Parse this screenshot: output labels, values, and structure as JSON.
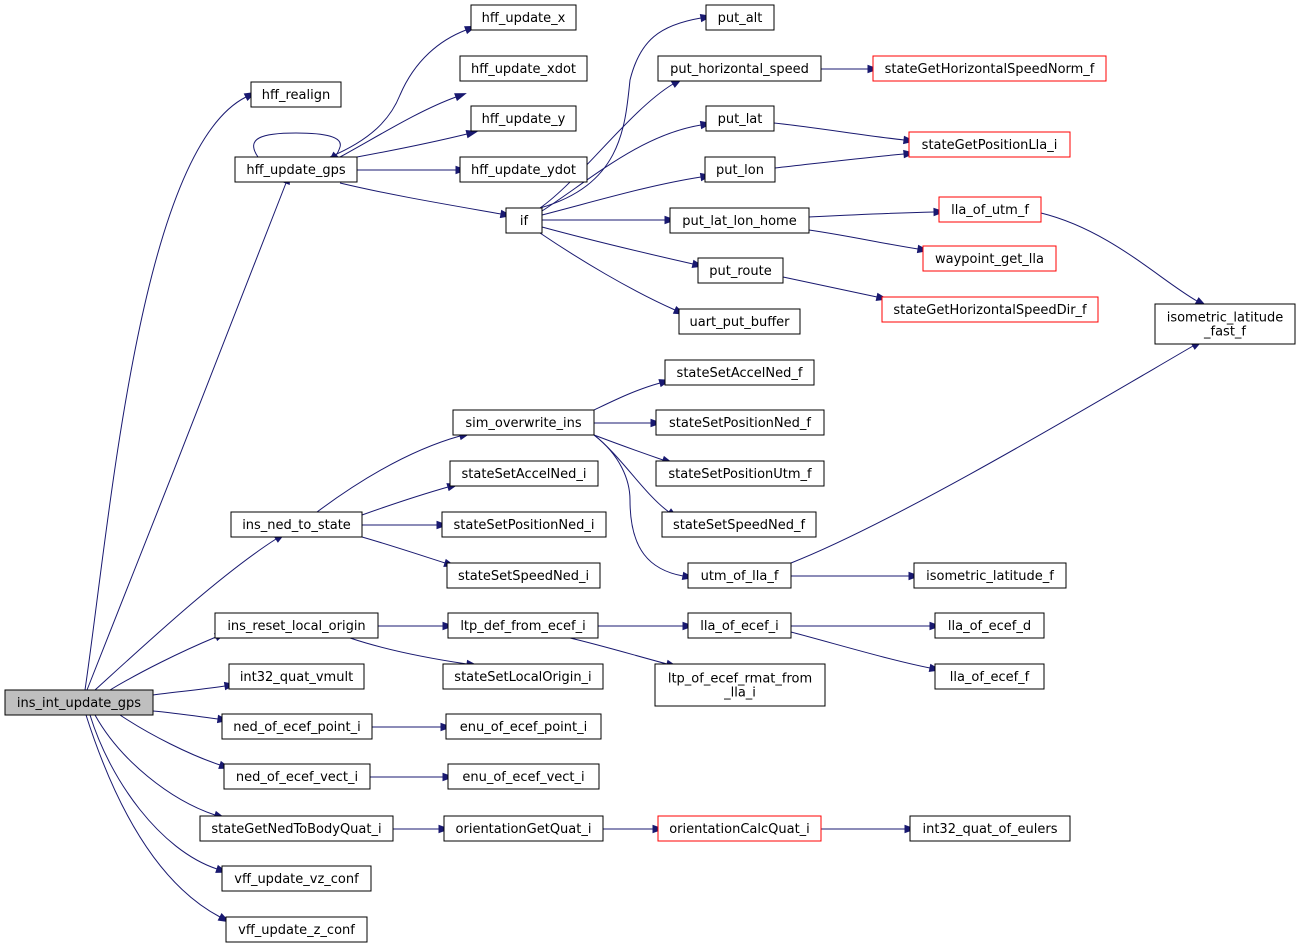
{
  "nodes": {
    "ins_int_update_gps": {
      "lines": [
        "ins_int_update_gps"
      ],
      "root": true
    },
    "hff_realign": {
      "lines": [
        "hff_realign"
      ]
    },
    "hff_update_gps": {
      "lines": [
        "hff_update_gps"
      ]
    },
    "ins_ned_to_state": {
      "lines": [
        "ins_ned_to_state"
      ]
    },
    "ins_reset_local_origin": {
      "lines": [
        "ins_reset_local_origin"
      ]
    },
    "int32_quat_vmult": {
      "lines": [
        "int32_quat_vmult"
      ]
    },
    "ned_of_ecef_point_i": {
      "lines": [
        "ned_of_ecef_point_i"
      ]
    },
    "ned_of_ecef_vect_i": {
      "lines": [
        "ned_of_ecef_vect_i"
      ]
    },
    "stateGetNedToBodyQuat_i": {
      "lines": [
        "stateGetNedToBodyQuat_i"
      ]
    },
    "vff_update_vz_conf": {
      "lines": [
        "vff_update_vz_conf"
      ]
    },
    "vff_update_z_conf": {
      "lines": [
        "vff_update_z_conf"
      ]
    },
    "hff_update_x": {
      "lines": [
        "hff_update_x"
      ]
    },
    "hff_update_xdot": {
      "lines": [
        "hff_update_xdot"
      ]
    },
    "hff_update_y": {
      "lines": [
        "hff_update_y"
      ]
    },
    "hff_update_ydot": {
      "lines": [
        "hff_update_ydot"
      ]
    },
    "if": {
      "lines": [
        "if"
      ]
    },
    "put_alt": {
      "lines": [
        "put_alt"
      ]
    },
    "put_horizontal_speed": {
      "lines": [
        "put_horizontal_speed"
      ]
    },
    "put_lat": {
      "lines": [
        "put_lat"
      ]
    },
    "put_lon": {
      "lines": [
        "put_lon"
      ]
    },
    "put_lat_lon_home": {
      "lines": [
        "put_lat_lon_home"
      ]
    },
    "put_route": {
      "lines": [
        "put_route"
      ]
    },
    "uart_put_buffer": {
      "lines": [
        "uart_put_buffer"
      ]
    },
    "stateGetHorizontalSpeedNorm_f": {
      "lines": [
        "stateGetHorizontalSpeedNorm_f"
      ],
      "truncated": true
    },
    "stateGetPositionLla_i": {
      "lines": [
        "stateGetPositionLla_i"
      ],
      "truncated": true
    },
    "lla_of_utm_f": {
      "lines": [
        "lla_of_utm_f"
      ],
      "truncated": true
    },
    "waypoint_get_lla": {
      "lines": [
        "waypoint_get_lla"
      ],
      "truncated": true
    },
    "stateGetHorizontalSpeedDir_f": {
      "lines": [
        "stateGetHorizontalSpeedDir_f"
      ],
      "truncated": true
    },
    "isometric_latitude_fast_f": {
      "lines": [
        "isometric_latitude",
        "_fast_f"
      ]
    },
    "sim_overwrite_ins": {
      "lines": [
        "sim_overwrite_ins"
      ]
    },
    "stateSetAccelNed_i": {
      "lines": [
        "stateSetAccelNed_i"
      ]
    },
    "stateSetPositionNed_i": {
      "lines": [
        "stateSetPositionNed_i"
      ]
    },
    "stateSetSpeedNed_i": {
      "lines": [
        "stateSetSpeedNed_i"
      ]
    },
    "stateSetAccelNed_f": {
      "lines": [
        "stateSetAccelNed_f"
      ]
    },
    "stateSetPositionNed_f": {
      "lines": [
        "stateSetPositionNed_f"
      ]
    },
    "stateSetPositionUtm_f": {
      "lines": [
        "stateSetPositionUtm_f"
      ]
    },
    "stateSetSpeedNed_f": {
      "lines": [
        "stateSetSpeedNed_f"
      ]
    },
    "utm_of_lla_f": {
      "lines": [
        "utm_of_lla_f"
      ]
    },
    "isometric_latitude_f": {
      "lines": [
        "isometric_latitude_f"
      ]
    },
    "ltp_def_from_ecef_i": {
      "lines": [
        "ltp_def_from_ecef_i"
      ]
    },
    "stateSetLocalOrigin_i": {
      "lines": [
        "stateSetLocalOrigin_i"
      ]
    },
    "lla_of_ecef_i": {
      "lines": [
        "lla_of_ecef_i"
      ]
    },
    "ltp_of_ecef_rmat_from_lla_i": {
      "lines": [
        "ltp_of_ecef_rmat_from",
        "_lla_i"
      ]
    },
    "lla_of_ecef_d": {
      "lines": [
        "lla_of_ecef_d"
      ]
    },
    "lla_of_ecef_f": {
      "lines": [
        "lla_of_ecef_f"
      ]
    },
    "enu_of_ecef_point_i": {
      "lines": [
        "enu_of_ecef_point_i"
      ]
    },
    "enu_of_ecef_vect_i": {
      "lines": [
        "enu_of_ecef_vect_i"
      ]
    },
    "orientationGetQuat_i": {
      "lines": [
        "orientationGetQuat_i"
      ]
    },
    "orientationCalcQuat_i": {
      "lines": [
        "orientationCalcQuat_i"
      ],
      "truncated": true
    },
    "int32_quat_of_eulers": {
      "lines": [
        "int32_quat_of_eulers"
      ]
    }
  },
  "edges": [
    [
      "ins_int_update_gps",
      "hff_realign"
    ],
    [
      "ins_int_update_gps",
      "hff_update_gps"
    ],
    [
      "ins_int_update_gps",
      "ins_ned_to_state"
    ],
    [
      "ins_int_update_gps",
      "ins_reset_local_origin"
    ],
    [
      "ins_int_update_gps",
      "int32_quat_vmult"
    ],
    [
      "ins_int_update_gps",
      "ned_of_ecef_point_i"
    ],
    [
      "ins_int_update_gps",
      "ned_of_ecef_vect_i"
    ],
    [
      "ins_int_update_gps",
      "stateGetNedToBodyQuat_i"
    ],
    [
      "ins_int_update_gps",
      "vff_update_vz_conf"
    ],
    [
      "ins_int_update_gps",
      "vff_update_z_conf"
    ],
    [
      "hff_update_gps",
      "hff_update_gps"
    ],
    [
      "hff_update_gps",
      "hff_update_x"
    ],
    [
      "hff_update_gps",
      "hff_update_xdot"
    ],
    [
      "hff_update_gps",
      "hff_update_y"
    ],
    [
      "hff_update_gps",
      "hff_update_ydot"
    ],
    [
      "hff_update_gps",
      "if"
    ],
    [
      "if",
      "put_alt"
    ],
    [
      "if",
      "put_horizontal_speed"
    ],
    [
      "if",
      "put_lat"
    ],
    [
      "if",
      "put_lon"
    ],
    [
      "if",
      "put_lat_lon_home"
    ],
    [
      "if",
      "put_route"
    ],
    [
      "if",
      "uart_put_buffer"
    ],
    [
      "put_horizontal_speed",
      "stateGetHorizontalSpeedNorm_f"
    ],
    [
      "put_lat",
      "stateGetPositionLla_i"
    ],
    [
      "put_lon",
      "stateGetPositionLla_i"
    ],
    [
      "put_lat_lon_home",
      "lla_of_utm_f"
    ],
    [
      "put_lat_lon_home",
      "waypoint_get_lla"
    ],
    [
      "put_route",
      "stateGetHorizontalSpeedDir_f"
    ],
    [
      "lla_of_utm_f",
      "isometric_latitude_fast_f"
    ],
    [
      "ins_ned_to_state",
      "sim_overwrite_ins"
    ],
    [
      "ins_ned_to_state",
      "stateSetAccelNed_i"
    ],
    [
      "ins_ned_to_state",
      "stateSetPositionNed_i"
    ],
    [
      "ins_ned_to_state",
      "stateSetSpeedNed_i"
    ],
    [
      "sim_overwrite_ins",
      "stateSetAccelNed_f"
    ],
    [
      "sim_overwrite_ins",
      "stateSetPositionNed_f"
    ],
    [
      "sim_overwrite_ins",
      "stateSetPositionUtm_f"
    ],
    [
      "sim_overwrite_ins",
      "stateSetSpeedNed_f"
    ],
    [
      "sim_overwrite_ins",
      "utm_of_lla_f"
    ],
    [
      "utm_of_lla_f",
      "isometric_latitude_f"
    ],
    [
      "utm_of_lla_f",
      "isometric_latitude_fast_f"
    ],
    [
      "ins_reset_local_origin",
      "ltp_def_from_ecef_i"
    ],
    [
      "ins_reset_local_origin",
      "stateSetLocalOrigin_i"
    ],
    [
      "ltp_def_from_ecef_i",
      "lla_of_ecef_i"
    ],
    [
      "ltp_def_from_ecef_i",
      "ltp_of_ecef_rmat_from_lla_i"
    ],
    [
      "lla_of_ecef_i",
      "lla_of_ecef_d"
    ],
    [
      "lla_of_ecef_i",
      "lla_of_ecef_f"
    ],
    [
      "ned_of_ecef_point_i",
      "enu_of_ecef_point_i"
    ],
    [
      "ned_of_ecef_vect_i",
      "enu_of_ecef_vect_i"
    ],
    [
      "stateGetNedToBodyQuat_i",
      "orientationGetQuat_i"
    ],
    [
      "orientationGetQuat_i",
      "orientationCalcQuat_i"
    ],
    [
      "orientationCalcQuat_i",
      "int32_quat_of_eulers"
    ]
  ]
}
